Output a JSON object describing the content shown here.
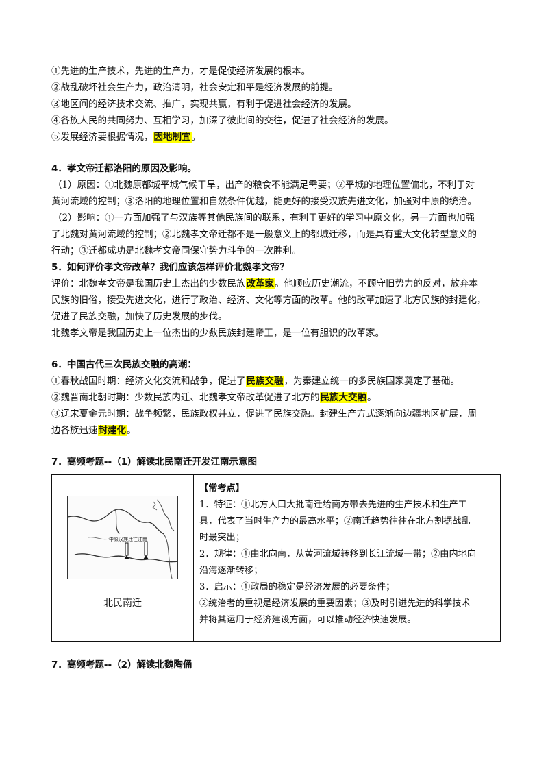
{
  "section3": {
    "items": [
      "①先进的生产技术，先进的生产力，才是促使经济发展的根本。",
      "②战乱破坏社会生产力，政治清明，社会安定和平是经济发展的前提。",
      "③地区间的经济技术交流、推广，实现共赢，有利于促进社会经济的发展。",
      "④各族人民的共同努力、互相学习，加深了彼此间的交往，促进了社会经济的发展。"
    ],
    "item5_pre": "⑤发展经济要根据情况，",
    "item5_hl": "因地制宜",
    "item5_post": "。"
  },
  "section4": {
    "title": "4．孝文帝迁都洛阳的原因及影响。",
    "lines": [
      "（1）原因：①北魏原都城平城气候干旱，出产的粮食不能满足需要；②平城的地理位置偏北，不利于对",
      "黄河流域的控制；③洛阳的地理位置和自然条件优越，能更好的接受汉族先进文化，加强对中原的统治。",
      "（2）影响：①一方面加强了与汉族等其他民族间的联系，有利于更好的学习中原文化，另一方面也加强",
      "了北魏对黄河流域的控制；②北魏孝文帝迁都不是一般意义上的都城迁移，而是具有重大文化转型意义的",
      "行动；③迁都成功是北魏孝文帝同保守势力斗争的一次胜利。"
    ]
  },
  "section5": {
    "title": "5．如何评价孝文帝改革？我们应该怎样评价北魏孝文帝？",
    "line1_pre": "评价：北魏孝文帝是我国历史上杰出的少数民族",
    "line1_hl": "改革家",
    "line1_post": "。他顺应历史潮流，不顾守旧势力的反对，放弃本",
    "line2": "民族的旧俗，接受先进文化，进行了政治、经济、文化等方面的改革。他的改革加速了北方民族的封建化，",
    "line3": "促进了民族交融，加快了历史发展的步伐。",
    "line4": "北魏孝文帝是我国历史上一位杰出的少数民族封建帝王，是一位有胆识的改革家。"
  },
  "section6": {
    "title": "6．中国古代三次民族交融的高潮：",
    "l1_pre": "①春秋战国时期：经济文化交流和战争，促进了",
    "l1_hl": "民族交融",
    "l1_post": "，为秦建立统一的多民族国家奠定了基础。",
    "l2_pre": "②魏晋南北朝时期：少数民族内迁、北魏孝文帝改革促进了北方的",
    "l2_hl": "民族大交融",
    "l2_post": "。",
    "l3": "③辽宋夏金元时期：战争频繁，民族政权并立，促进了民族交融。封建生产方式逐渐向边疆地区扩展，周",
    "l4_pre": "边各族迅速",
    "l4_hl": "封建化",
    "l4_post": "。"
  },
  "section7a": {
    "title": "7．高频考题--（1）解读北民南迁开发江南示意图",
    "map_label": "中原汉族迁往江南",
    "caption": "北民南迁",
    "points_title": "【常考点】",
    "points": [
      "1．特征：①北方人口大批南迁给南方带去先进的生产技术和生产工",
      "具，代表了当时生产力的最高水平；②南迁趋势往往在北方割据战乱",
      "时最突出；",
      "2．规律：①由北向南，从黄河流域转移到长江流域一带；②由内地向",
      "沿海逐渐转移；",
      "3．启示：①政局的稳定是经济发展的必要条件；",
      "②统治者的重视是经济发展的重要因素；③及时引进先进的科学技术",
      "并将其运用于经济建设方面，可以推动经济快速发展。"
    ]
  },
  "section7b": {
    "title": "7．高频考题--（2）解读北魏陶俑"
  }
}
